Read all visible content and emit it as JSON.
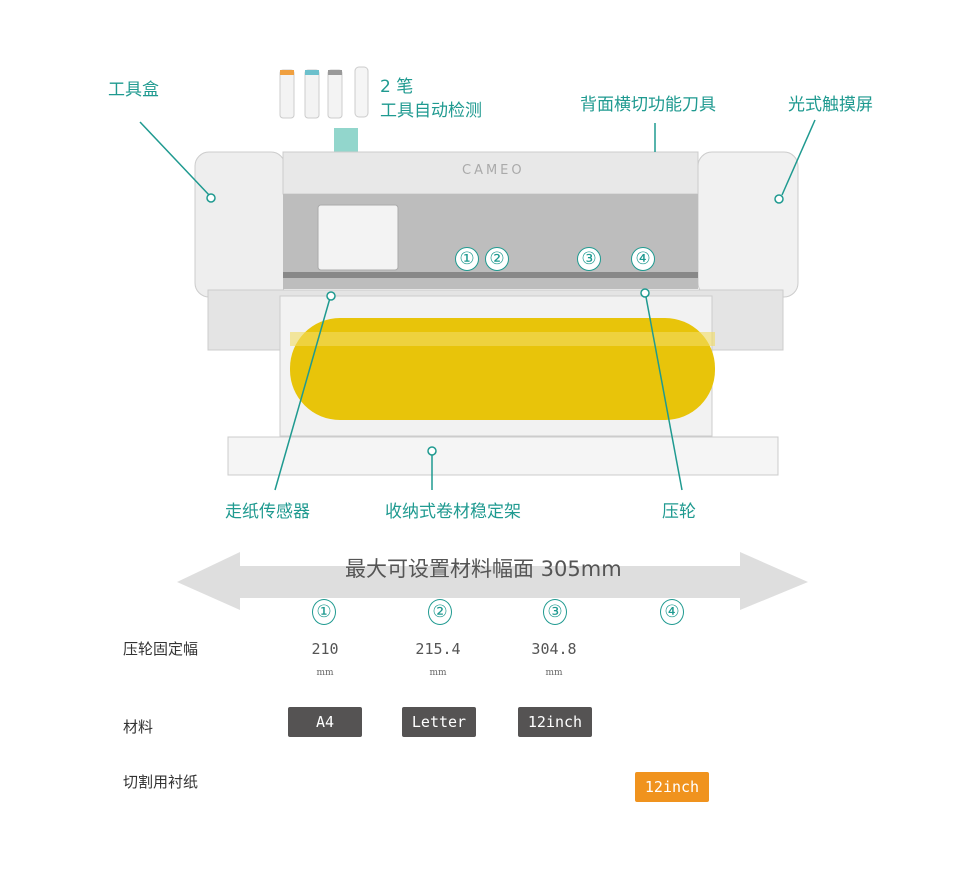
{
  "callouts": {
    "tool_box": "工具盒",
    "pen_count": "2 笔",
    "tool_detect": "工具自动检测",
    "cross_cutter": "背面横切功能刀具",
    "touch_screen": "光式触摸屏",
    "paper_sensor": "走纸传感器",
    "roll_holder": "收纳式卷材稳定架",
    "pinch_roller": "压轮",
    "brand": "CAMEO"
  },
  "markers": [
    "①",
    "②",
    "③",
    "④"
  ],
  "width_banner": "最大可设置材料幅面 305mm",
  "table": {
    "columns": [
      "①",
      "②",
      "③",
      "④"
    ],
    "rows": {
      "pinch_width": {
        "label": "压轮固定幅",
        "values": [
          "210",
          "215.4",
          "304.8",
          ""
        ],
        "unit": "mm"
      },
      "material": {
        "label": "材料",
        "values": [
          "A4",
          "Letter",
          "12inch",
          ""
        ]
      },
      "cutting_mat": {
        "label": "切割用衬纸",
        "values": [
          "",
          "",
          "",
          "12inch"
        ]
      }
    }
  },
  "colors": {
    "accent": "#1f9a90",
    "dark_badge": "#555353",
    "orange_badge": "#f0931e",
    "roll": "#e8c40a"
  }
}
